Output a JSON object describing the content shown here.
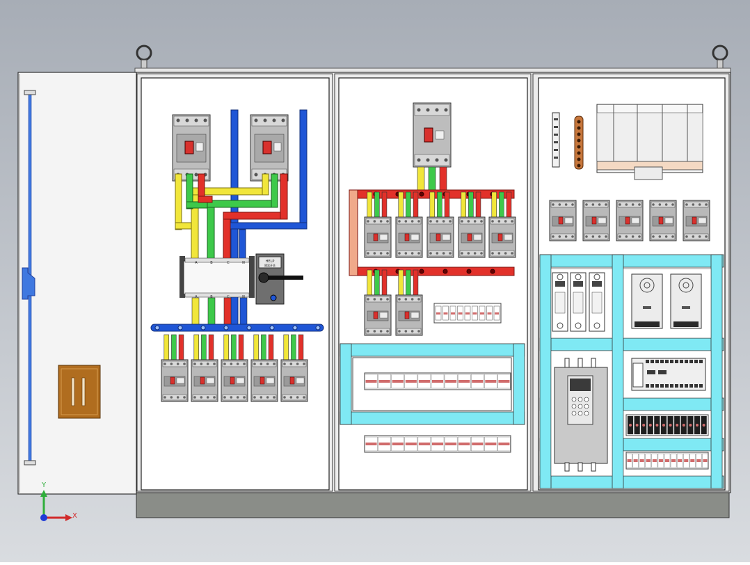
{
  "colors": {
    "bg_top": "#a7adb6",
    "bg_bottom": "#d9dce0",
    "panel": "#ffffff",
    "cabinet": "#f1f1f1",
    "plinth": "#8a8d88",
    "cyan": "#7fe9f4",
    "busbar_blue": "#1f56d6",
    "busbar_red": "#e2312a",
    "busbar_green": "#3ec94a",
    "busbar_yellow": "#f1e63a",
    "breaker": "#b9b9b9",
    "handle_red": "#d8312d",
    "terminal_red": "#d06b6b",
    "door_handle": "#b06d1f"
  },
  "switch": {
    "label1": "HELP",
    "label2": "隔离开关"
  },
  "phase_labels": [
    "A",
    "B",
    "C",
    "N"
  ],
  "axis": {
    "x": "X",
    "y": "Y"
  }
}
